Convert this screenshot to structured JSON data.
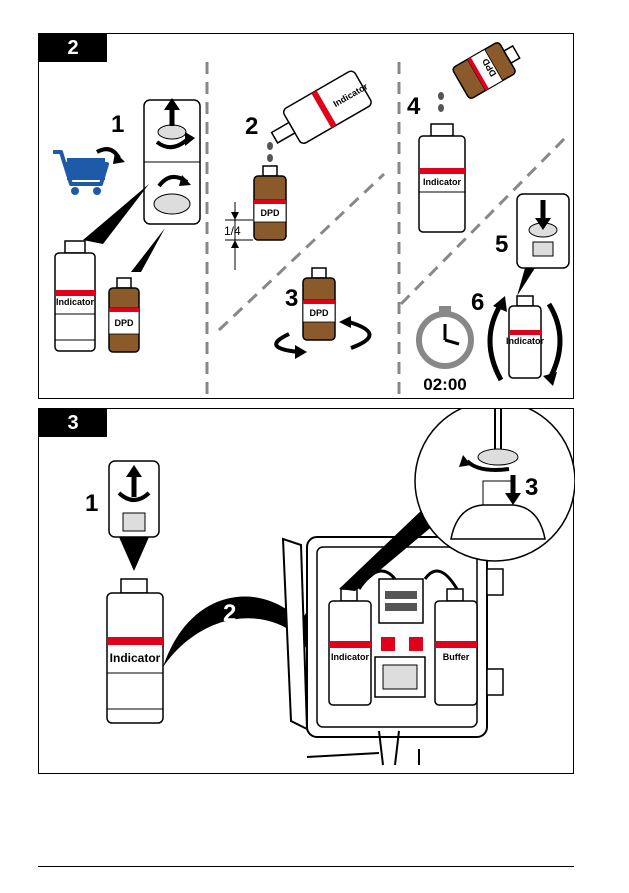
{
  "panel_2": {
    "number": "2",
    "step_1": "1",
    "step_2": "2",
    "step_3": "3",
    "step_4": "4",
    "step_5": "5",
    "step_6": "6",
    "indicator_label": "Indicator",
    "dpd_label": "DPD",
    "fill_fraction": "1/4",
    "timer": "02:00"
  },
  "panel_3": {
    "number": "3",
    "step_1": "1",
    "step_2": "2",
    "step_3": "3",
    "indicator_label": "Indicator",
    "buffer_label": "Buffer"
  },
  "colors": {
    "label_band": "#e1001a",
    "dpd_bottle": "#8a5a2b",
    "cart_icon": "#1e5aa8",
    "outline": "#000000"
  }
}
